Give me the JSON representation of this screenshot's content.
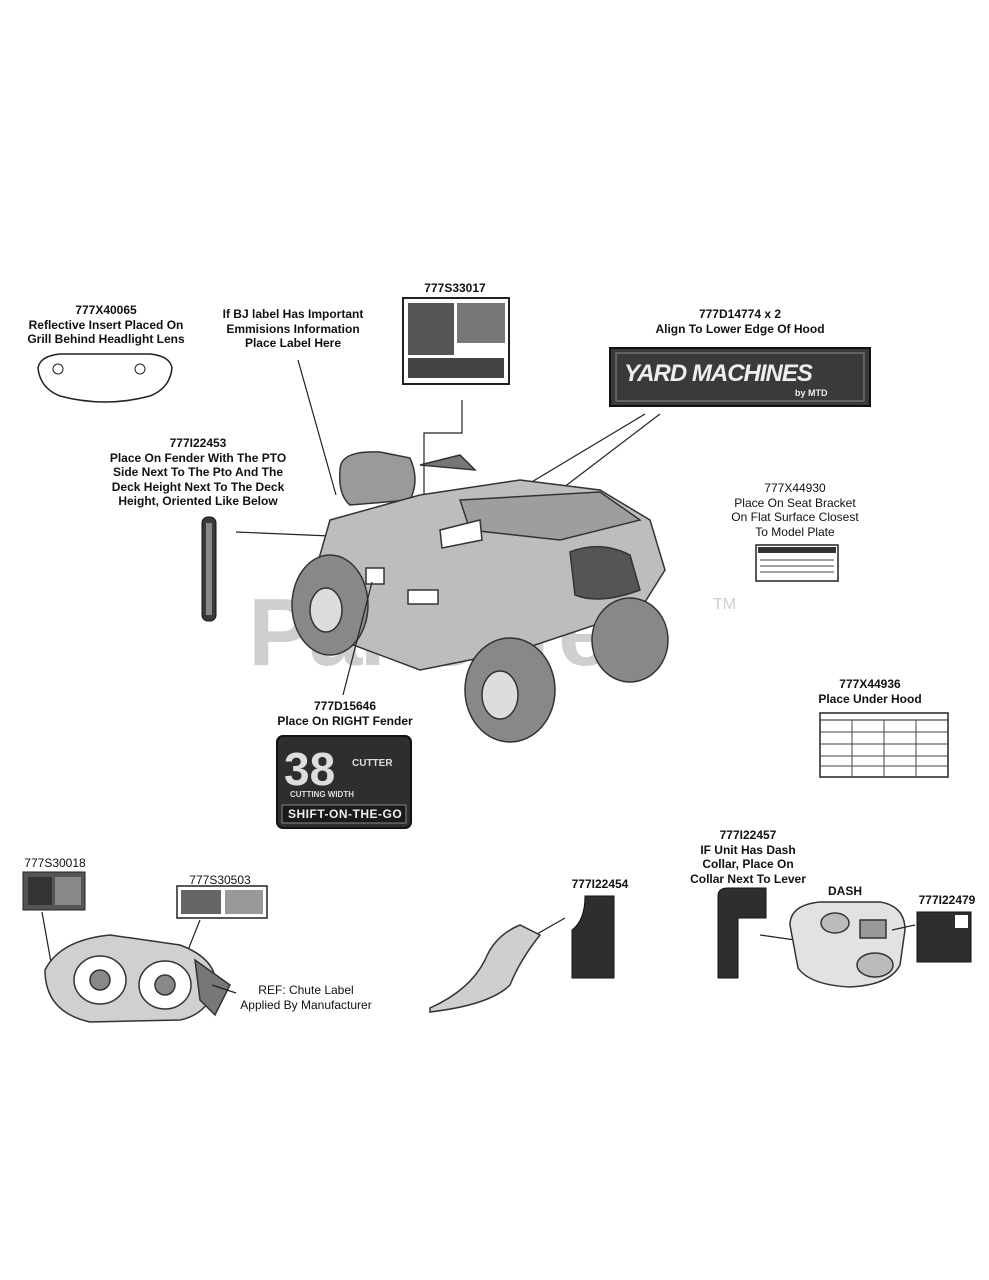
{
  "watermark": "PartsTree",
  "trademark": "TM",
  "labels": {
    "x40065": {
      "part": "777X40065",
      "lines": [
        "Reflective Insert Placed On",
        "Grill Behind Headlight Lens"
      ]
    },
    "bj": {
      "lines": [
        "If BJ label Has Important",
        "Emmisions Information",
        "Place Label Here"
      ]
    },
    "s33017": {
      "part": "777S33017"
    },
    "d14774": {
      "part": "777D14774 x 2",
      "lines": [
        "Align To Lower Edge Of Hood"
      ]
    },
    "i22453": {
      "part": "777I22453",
      "lines": [
        "Place On Fender With The PTO",
        "Side Next To The Pto And The",
        "Deck Height Next To The Deck",
        "Height, Oriented Like Below"
      ]
    },
    "x44930": {
      "part": "777X44930",
      "lines": [
        "Place On Seat Bracket",
        "On Flat Surface Closest",
        "To Model Plate"
      ]
    },
    "x44936": {
      "part": "777X44936",
      "lines": [
        "Place Under Hood"
      ]
    },
    "d15646": {
      "part": "777D15646",
      "lines": [
        "Place On RIGHT Fender"
      ]
    },
    "s30018": {
      "part": "777S30018"
    },
    "s30503": {
      "part": "777S30503"
    },
    "chute": {
      "lines": [
        "REF: Chute Label",
        "Applied By Manufacturer"
      ]
    },
    "i22454": {
      "part": "777I22454"
    },
    "i22457": {
      "part": "777I22457",
      "lines": [
        "IF Unit Has Dash",
        "Collar, Place On",
        "Collar Next To Lever"
      ]
    },
    "dash": {
      "lines": [
        "DASH"
      ]
    },
    "i22479": {
      "part": "777I22479"
    }
  },
  "decals": {
    "yard_machines": {
      "brand": "YARD MACHINES",
      "sub": "by MTD"
    },
    "cutting_width": {
      "number": "38",
      "side_top": "CUTTER",
      "side_bottom": "CUTTING WIDTH",
      "band": "SHIFT-ON-THE-GO"
    }
  }
}
